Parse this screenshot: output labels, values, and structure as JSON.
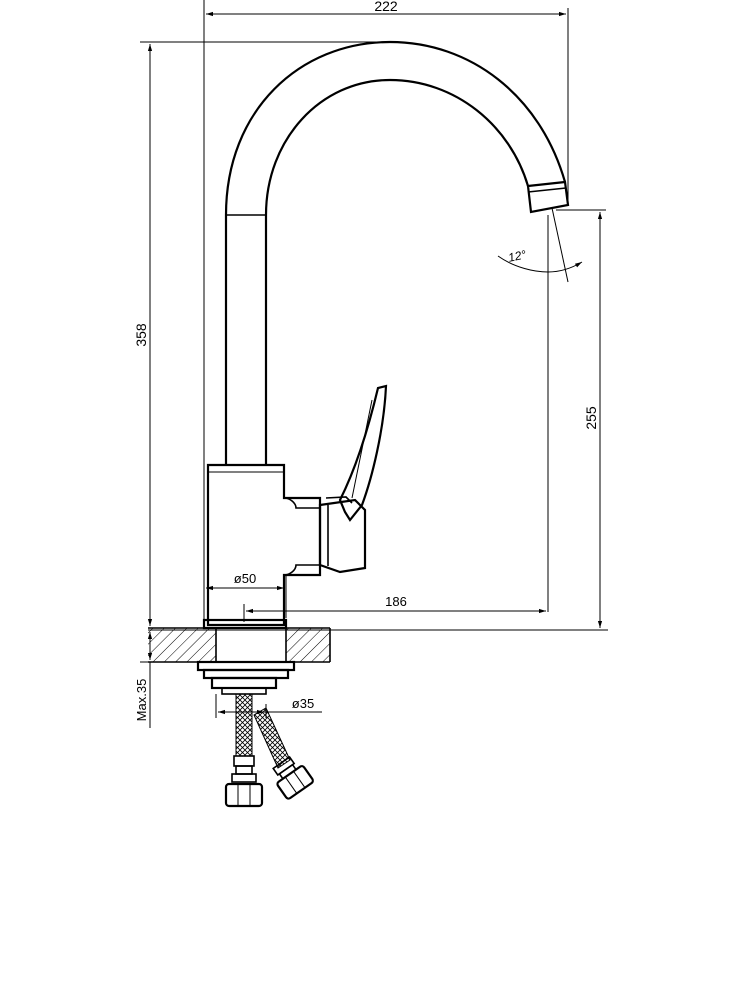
{
  "dimensions": {
    "width_total": "222",
    "height_total": "358",
    "spout_height": "255",
    "reach": "186",
    "base_diameter": "ø50",
    "hose_diameter": "ø35",
    "max_thickness": "Max.35",
    "spout_angle": "12°"
  },
  "colors": {
    "line": "#000000",
    "background": "#ffffff",
    "hatch": "#000000"
  }
}
